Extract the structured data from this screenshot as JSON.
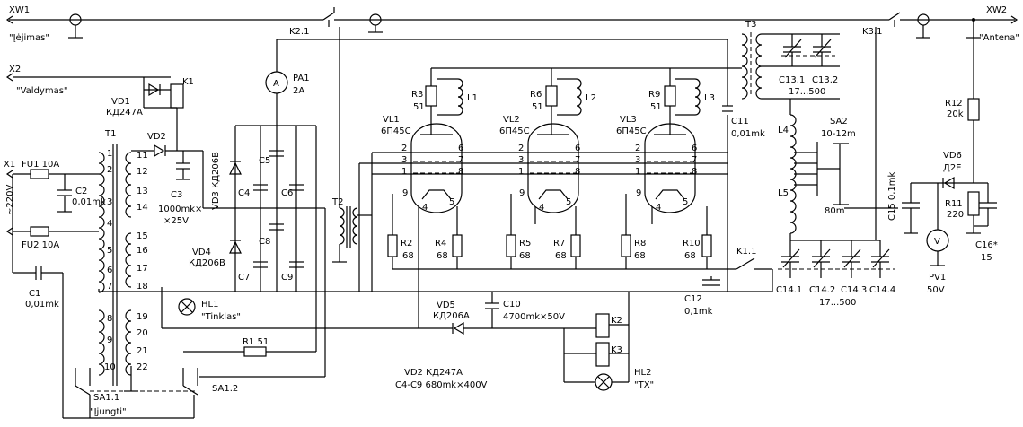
{
  "connectors": {
    "xw1": "XW1",
    "xw1_name": "\"Įėjimas\"",
    "xw2": "XW2",
    "xw2_name": "\"Antena\"",
    "x2": "X2",
    "x2_name": "\"Valdymas\"",
    "x1": "X1",
    "mains": "~220V"
  },
  "relays": {
    "k1": "K1",
    "k21": "K2.1",
    "k31": "K3.1",
    "k11": "K1.1",
    "k2": "K2",
    "k3": "K3"
  },
  "diodes": {
    "vd1": "VD1",
    "vd1_type": "КД247А",
    "vd2": "VD2",
    "vd3": "VD3 КД206В",
    "vd4": "VD4",
    "vd4_type": "КД206В",
    "vd5": "VD5",
    "vd5_type": "КД206А",
    "vd6": "VD6",
    "vd6_type": "Д2Е"
  },
  "fuses": {
    "fu1": "FU1 10A",
    "fu2": "FU2 10A"
  },
  "transformers": {
    "t1": "T1",
    "t2": "T2",
    "t3": "T3"
  },
  "t1_pins": [
    "1",
    "2",
    "3",
    "4",
    "5",
    "6",
    "7",
    "8",
    "9",
    "10",
    "11",
    "12",
    "13",
    "14",
    "15",
    "16",
    "17",
    "18",
    "19",
    "20",
    "21",
    "22"
  ],
  "capacitors": {
    "c1": "C1",
    "c1_val": "0,01mk",
    "c2": "C2",
    "c2_val": "0,01mk",
    "c3": "C3",
    "c3_val1": "1000mk×",
    "c3_val2": "×25V",
    "c4": "C4",
    "c5": "C5",
    "c6": "C6",
    "c7": "C7",
    "c8": "C8",
    "c9": "C9",
    "c10": "C10",
    "c10_val": "4700mk×50V",
    "c11": "C11",
    "c11_val": "0,01mk",
    "c12": "C12",
    "c12_val": "0,1mk",
    "c131": "C13.1",
    "c132": "C13.2",
    "c13_range": "17...500",
    "c141": "C14.1",
    "c142": "C14.2",
    "c143": "C14.3",
    "c144": "C14.4",
    "c14_range": "17...500",
    "c15": "C15 0,1mk",
    "c16": "C16*",
    "c16_val": "15"
  },
  "meters": {
    "pa1": "PA1",
    "pa1_val": "2A",
    "pa1_sym": "A",
    "pv1": "PV1",
    "pv1_val": "50V",
    "pv1_sym": "V"
  },
  "tubes": {
    "vl1": "VL1",
    "vl2": "VL2",
    "vl3": "VL3",
    "type": "6П45С",
    "pins": [
      "2",
      "3",
      "1",
      "9",
      "4",
      "5",
      "6",
      "7",
      "8"
    ]
  },
  "resistors": {
    "r1": "R1 51",
    "r2": "R2",
    "r2_val": "68",
    "r3": "R3",
    "r3_val": "51",
    "r4": "R4",
    "r4_val": "68",
    "r5": "R5",
    "r5_val": "68",
    "r6": "R6",
    "r6_val": "51",
    "r7": "R7",
    "r7_val": "68",
    "r8": "R8",
    "r8_val": "68",
    "r9": "R9",
    "r9_val": "51",
    "r10": "R10",
    "r10_val": "68",
    "r11": "R11",
    "r11_val": "220",
    "r12": "R12",
    "r12_val": "20k"
  },
  "inductors": {
    "l1": "L1",
    "l2": "L2",
    "l3": "L3",
    "l4": "L4",
    "l5": "L5"
  },
  "switches": {
    "sa2": "SA2",
    "sa2_range": "10-12m",
    "sa2_low": "80m",
    "sa11": "SA1.1",
    "sa11_name": "\"Įjungti\"",
    "sa12": "SA1.2"
  },
  "lamps": {
    "hl1": "HL1",
    "hl1_name": "\"Tinklas\"",
    "hl2": "HL2",
    "hl2_name": "\"TX\""
  },
  "notes": {
    "vd2": "VD2 КД247А",
    "caps": "C4-C9 680mk×400V"
  }
}
